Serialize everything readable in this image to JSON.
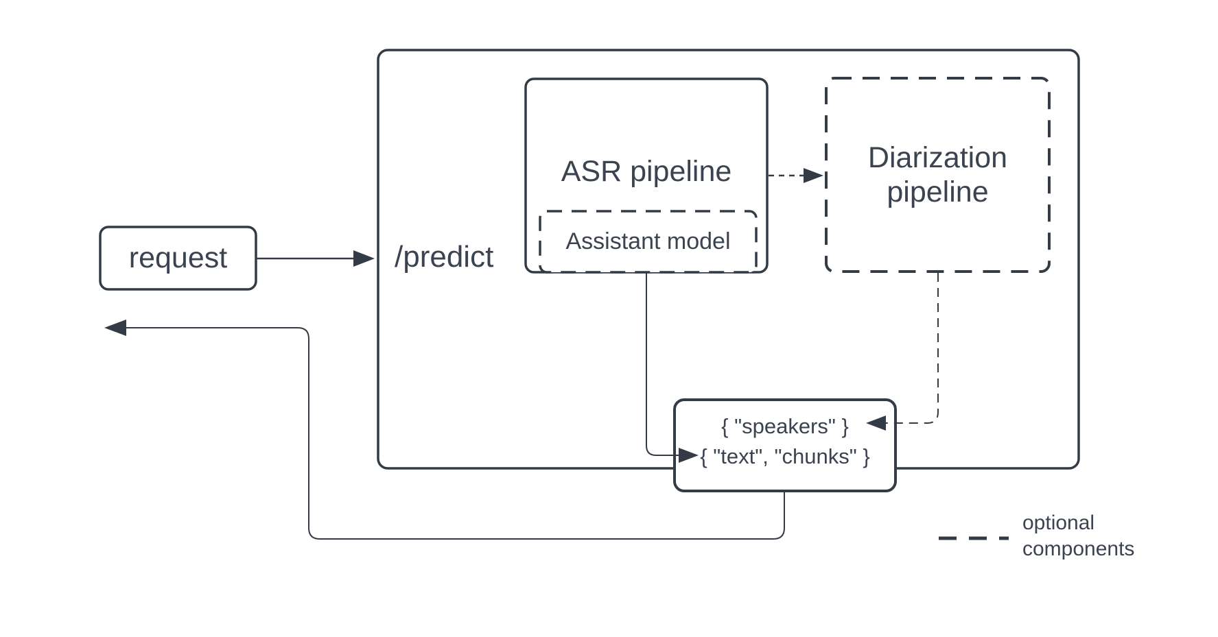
{
  "diagram_type": "architecture-flow",
  "nodes": {
    "request": {
      "label": "request"
    },
    "predict": {
      "label": "/predict"
    },
    "asr_pipeline": {
      "label": "ASR pipeline"
    },
    "assistant_model": {
      "label": "Assistant model"
    },
    "diarization_pipeline": {
      "label": "Diarization pipeline"
    },
    "output": {
      "speakers_line": "{ \"speakers\" }",
      "text_chunks_line": "{ \"text\", \"chunks\" }"
    }
  },
  "edges": [
    {
      "id": "request-to-predict",
      "from": "request",
      "to": "predict",
      "style": "solid-arrow"
    },
    {
      "id": "asr-to-diarization",
      "from": "asr_pipeline",
      "to": "diarization_pipeline",
      "style": "dashed-arrow"
    },
    {
      "id": "assistant-to-output",
      "from": "assistant_model",
      "to": "output",
      "style": "solid-arrow"
    },
    {
      "id": "diarization-to-output",
      "from": "diarization_pipeline",
      "to": "output",
      "style": "dashed-arrow"
    },
    {
      "id": "output-return",
      "from": "output",
      "to": "outside-left",
      "style": "solid-arrow"
    }
  ],
  "legend": {
    "label": "optional components",
    "sample_style": "dashed"
  },
  "colors": {
    "stroke": "#333c46",
    "text": "#3b4350",
    "background": "#ffffff"
  }
}
